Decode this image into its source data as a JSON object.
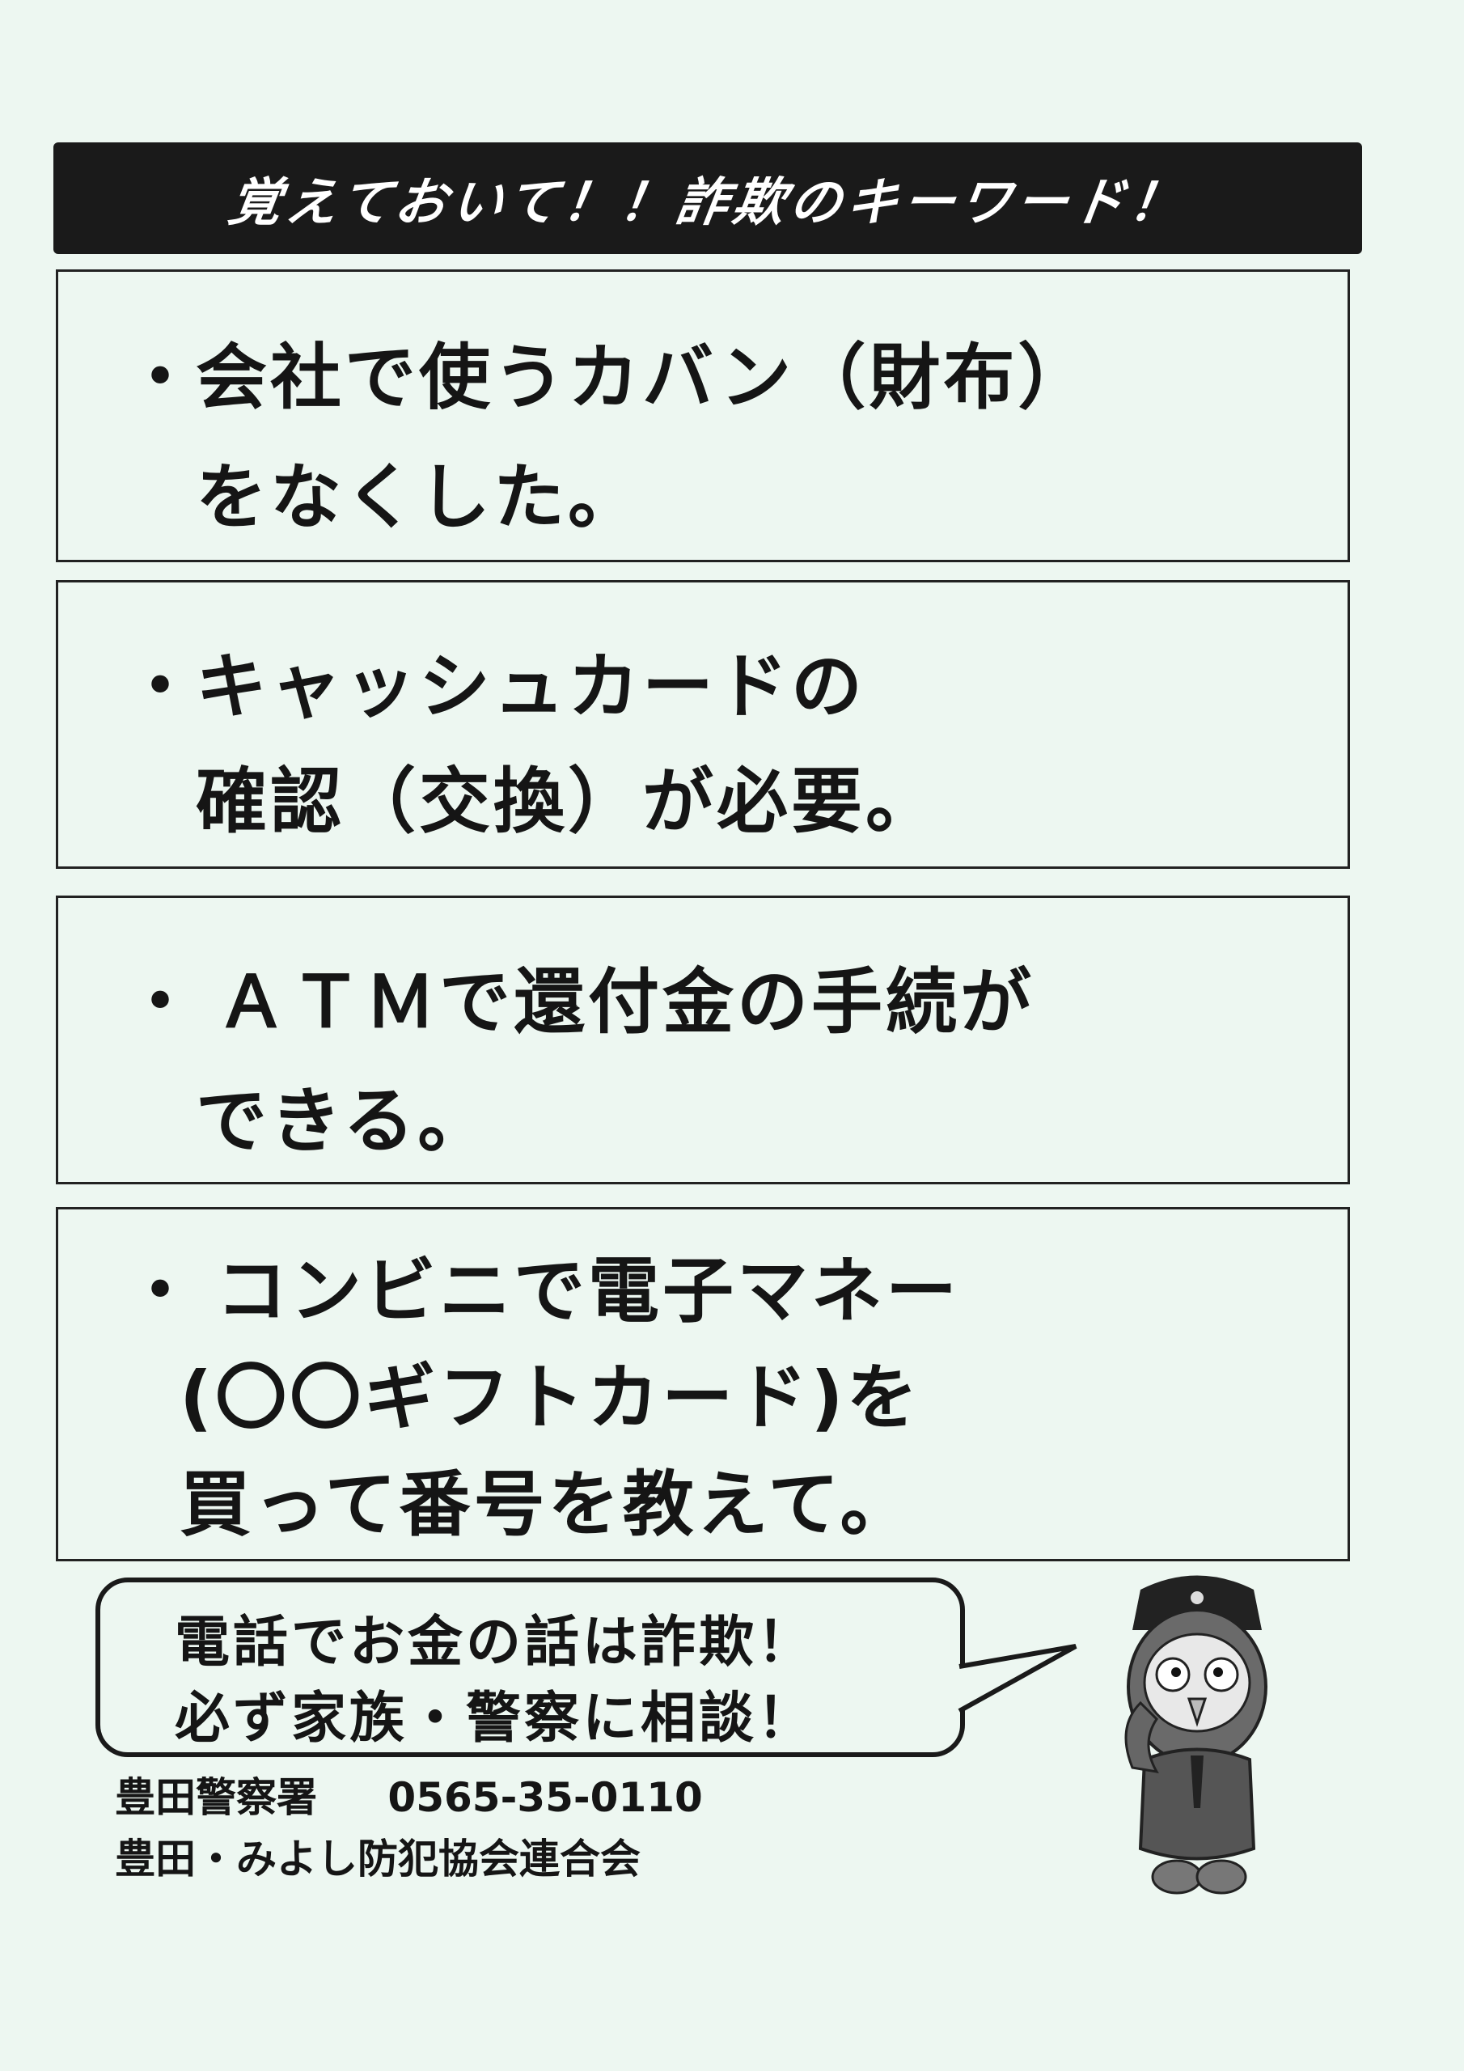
{
  "title": "覚えておいて！！詐欺のキーワード！",
  "bullet": "・",
  "keywords": [
    {
      "lines": [
        "会社で使うカバン（財布）",
        "をなくした。"
      ]
    },
    {
      "lines": [
        "キャッシュカードの",
        "確認（交換）が必要。"
      ]
    },
    {
      "lines": [
        "ＡＴＭで還付金の手続が",
        "できる。"
      ]
    },
    {
      "lines": [
        "コンビニで電子マネー",
        "(〇〇ギフトカード)を",
        "買って番号を教えて。"
      ]
    }
  ],
  "speech_bubble": {
    "lines": [
      "電話でお金の話は詐欺！",
      "必ず家族・警察に相談！"
    ]
  },
  "footer": {
    "police_station": "豊田警察署",
    "phone": "0565-35-0110",
    "association": "豊田・みよし防犯協会連合会"
  },
  "colors": {
    "background": "#edf7f1",
    "ink": "#151515"
  }
}
